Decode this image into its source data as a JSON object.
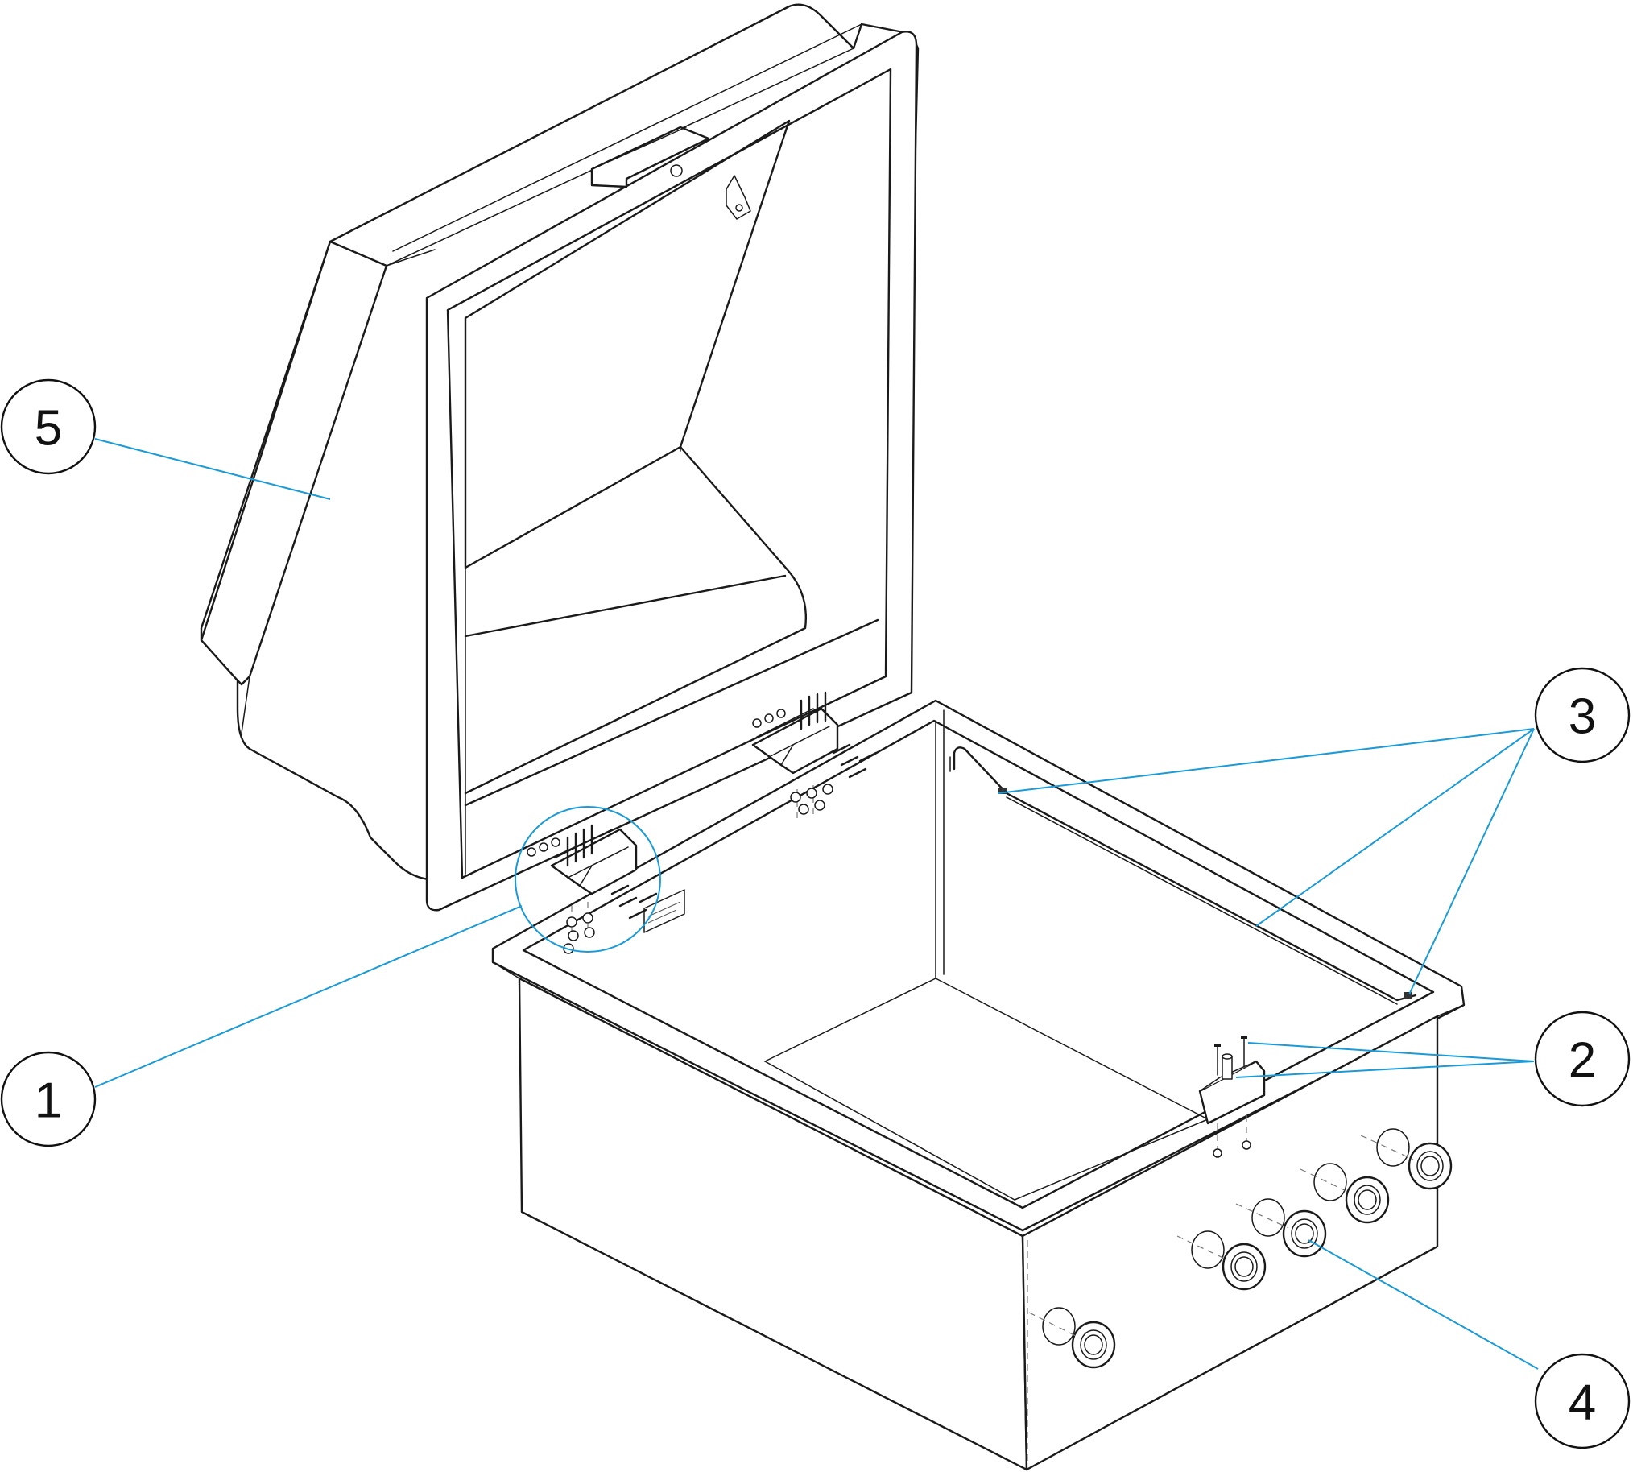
{
  "callouts": [
    {
      "id": "1",
      "label": "1"
    },
    {
      "id": "2",
      "label": "2"
    },
    {
      "id": "3",
      "label": "3"
    },
    {
      "id": "4",
      "label": "4"
    },
    {
      "id": "5",
      "label": "5"
    }
  ],
  "colors": {
    "leader": "#1a9ad6",
    "line": "#1a1a1a"
  }
}
